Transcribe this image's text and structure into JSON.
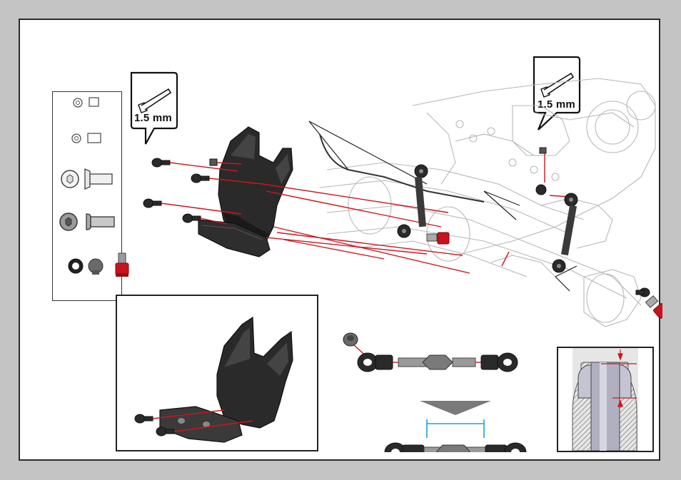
{
  "tool_callouts": [
    {
      "id": "left",
      "label": "1.5 mm",
      "icon": "hex-key-icon"
    },
    {
      "id": "right",
      "label": "1.5 mm",
      "icon": "hex-key-icon"
    }
  ],
  "part_list": {
    "items": [
      {
        "icon": "small-washer-spacer-icon"
      },
      {
        "icon": "spacer-pair-icon"
      },
      {
        "icon": "flat-head-screw-icon"
      },
      {
        "icon": "button-head-screw-icon"
      },
      {
        "icon": "ball-stud-icon"
      },
      {
        "icon": "ball-end-hardware-icon"
      }
    ]
  },
  "colors": {
    "guide_line": "#d0141e",
    "dimension_line": "#1aa0d8",
    "sheet_border": "#2a2a2a",
    "part_dark": "#1f1f1f",
    "anodized_red": "#c8141c",
    "inset_arrow": "#7a7a7a"
  }
}
